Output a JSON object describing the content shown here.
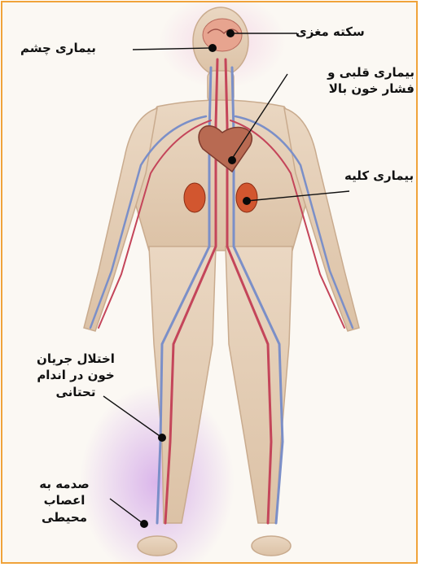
{
  "diagram": {
    "labels": {
      "brain_stroke": "سکته مغزی",
      "eye_disease": "بیماری چشم",
      "heart_disease": "بیماری قلبی و\nفشار خون بالا",
      "kidney_disease": "بیماری کلیه",
      "circulation_disorder": "اختلال جریان\nخون در اندام\nتحتانی",
      "nerve_damage": "صدمه به اعصاب\nمحیطی"
    },
    "colors": {
      "border": "#f0a33a",
      "skin": "#e6cfb6",
      "artery": "#c4455a",
      "vein": "#7b8fc8",
      "glow": "#c8a0e0"
    }
  }
}
